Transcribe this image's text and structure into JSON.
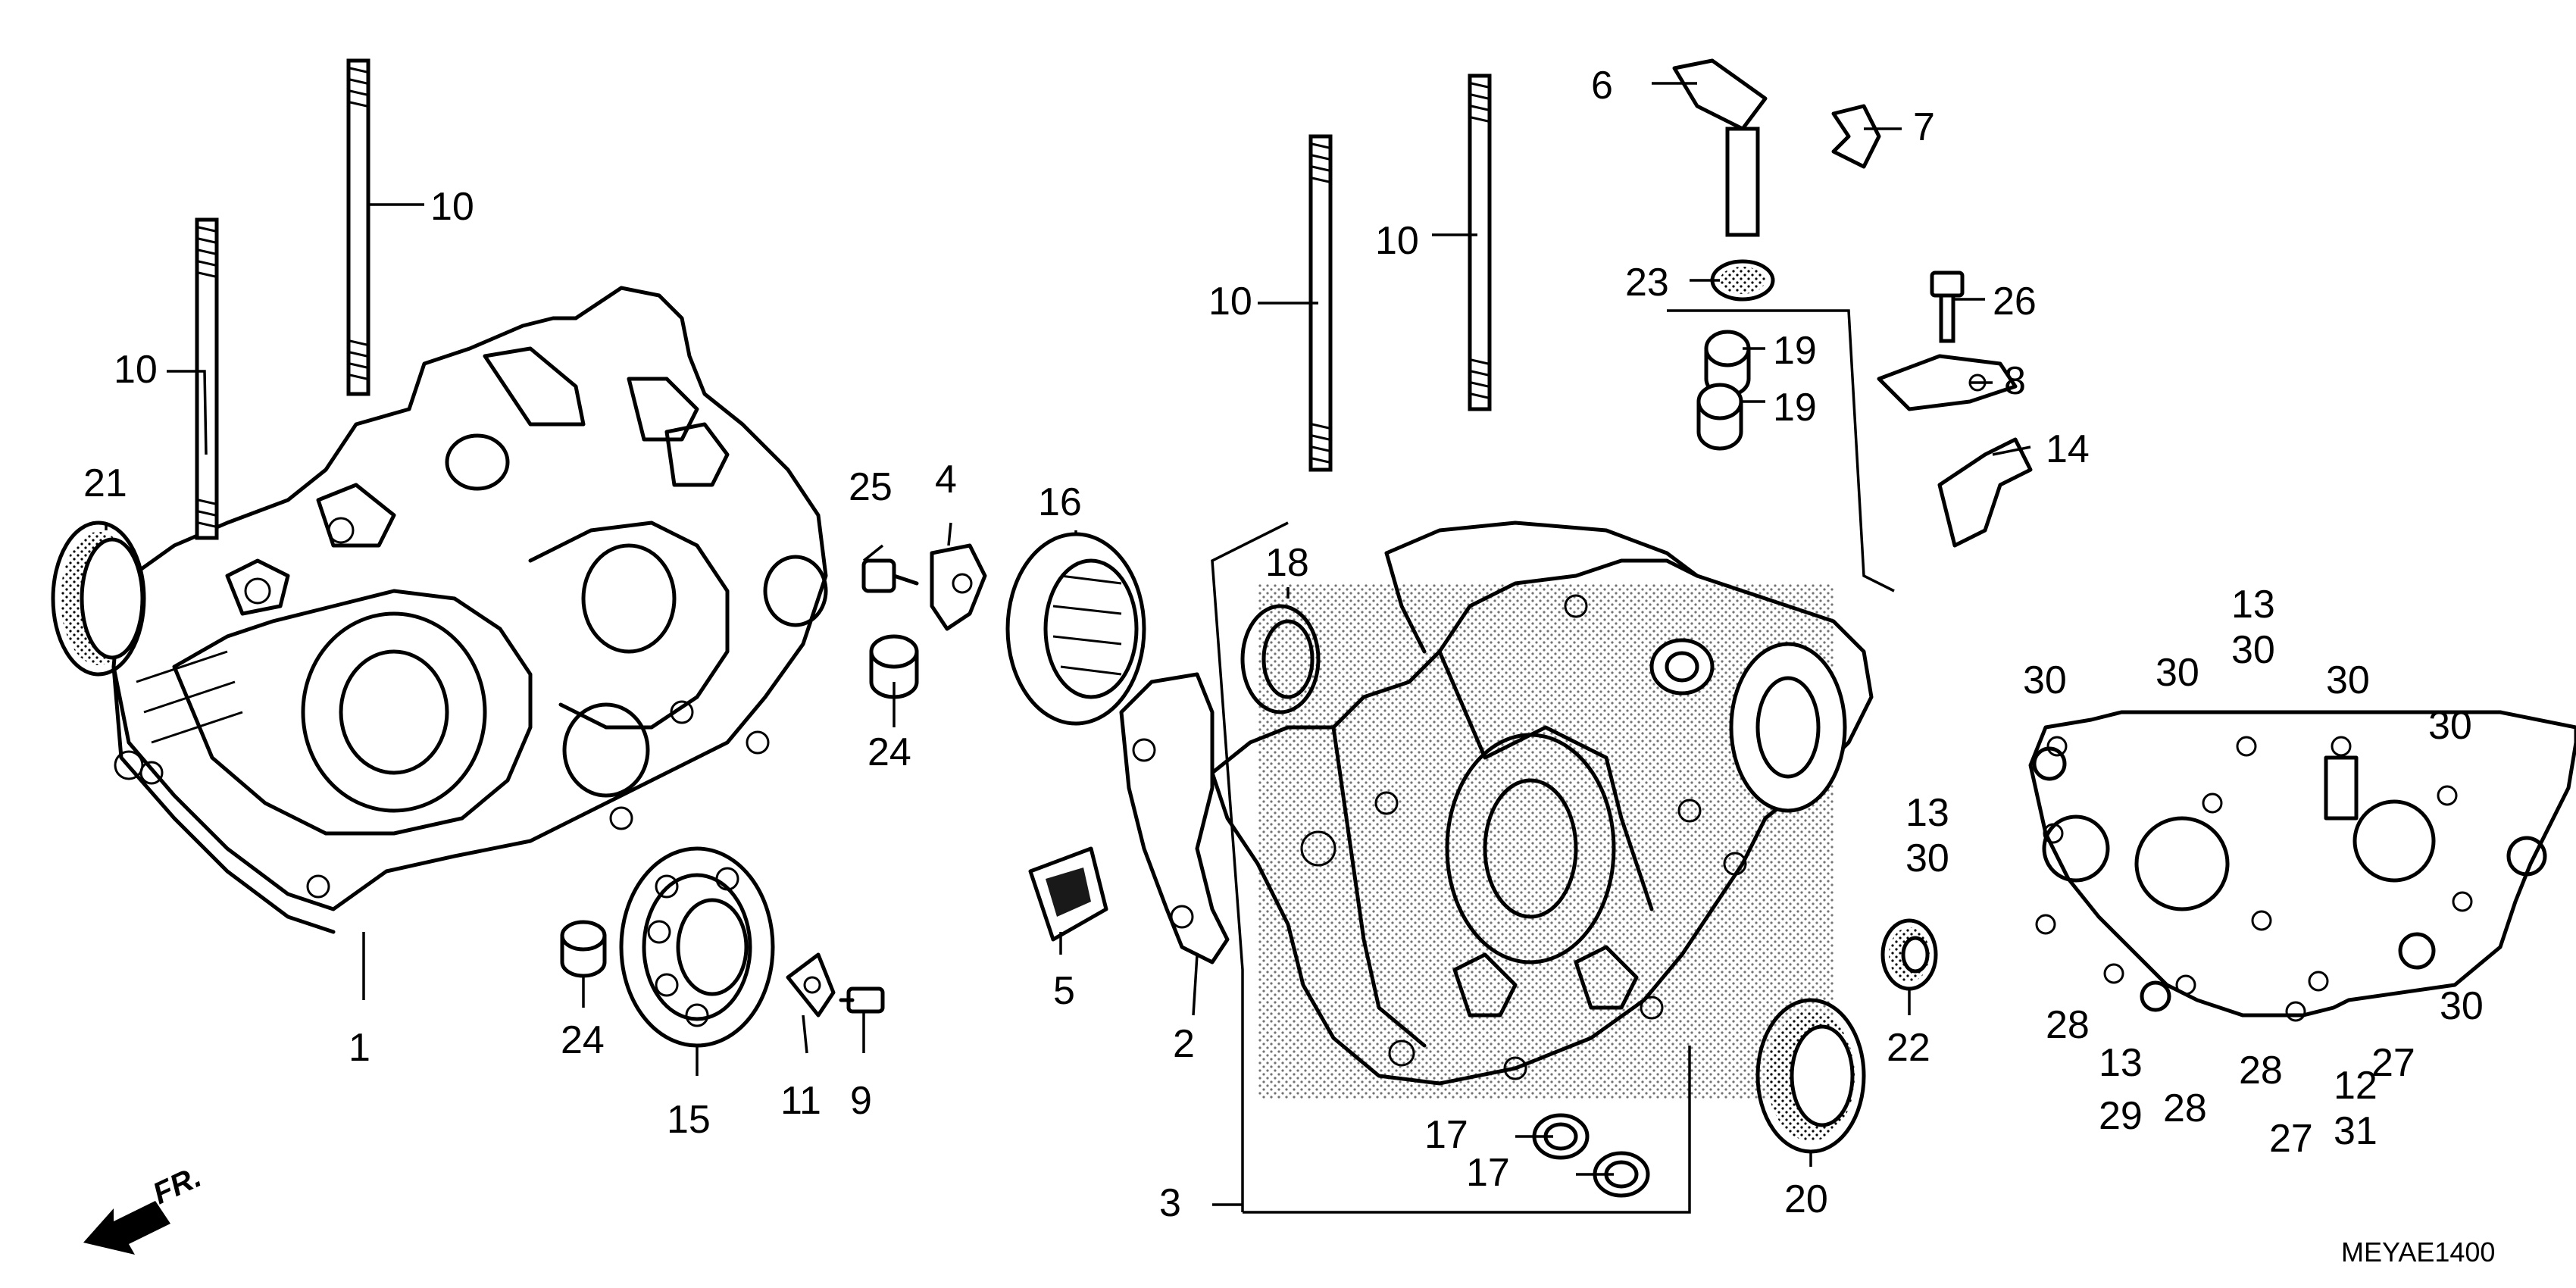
{
  "diagram_code": "MEYAE1400",
  "direction_label": "FR.",
  "callouts": [
    {
      "id": "c1",
      "text": "1"
    },
    {
      "id": "c2",
      "text": "2"
    },
    {
      "id": "c3",
      "text": "3"
    },
    {
      "id": "c4",
      "text": "4"
    },
    {
      "id": "c5",
      "text": "5"
    },
    {
      "id": "c6",
      "text": "6"
    },
    {
      "id": "c7",
      "text": "7"
    },
    {
      "id": "c8",
      "text": "8"
    },
    {
      "id": "c9",
      "text": "9"
    },
    {
      "id": "c10a",
      "text": "10"
    },
    {
      "id": "c10b",
      "text": "10"
    },
    {
      "id": "c10c",
      "text": "10"
    },
    {
      "id": "c10d",
      "text": "10"
    },
    {
      "id": "c11",
      "text": "11"
    },
    {
      "id": "c12",
      "text": "12"
    },
    {
      "id": "c13a",
      "text": "13"
    },
    {
      "id": "c13b",
      "text": "13"
    },
    {
      "id": "c13c",
      "text": "13"
    },
    {
      "id": "c14",
      "text": "14"
    },
    {
      "id": "c15",
      "text": "15"
    },
    {
      "id": "c16",
      "text": "16"
    },
    {
      "id": "c17a",
      "text": "17"
    },
    {
      "id": "c17b",
      "text": "17"
    },
    {
      "id": "c18",
      "text": "18"
    },
    {
      "id": "c19a",
      "text": "19"
    },
    {
      "id": "c19b",
      "text": "19"
    },
    {
      "id": "c20",
      "text": "20"
    },
    {
      "id": "c21",
      "text": "21"
    },
    {
      "id": "c22",
      "text": "22"
    },
    {
      "id": "c23",
      "text": "23"
    },
    {
      "id": "c24a",
      "text": "24"
    },
    {
      "id": "c24b",
      "text": "24"
    },
    {
      "id": "c25",
      "text": "25"
    },
    {
      "id": "c26",
      "text": "26"
    },
    {
      "id": "c27a",
      "text": "27"
    },
    {
      "id": "c27b",
      "text": "27"
    },
    {
      "id": "c28a",
      "text": "28"
    },
    {
      "id": "c28b",
      "text": "28"
    },
    {
      "id": "c28c",
      "text": "28"
    },
    {
      "id": "c29",
      "text": "29"
    },
    {
      "id": "c30a",
      "text": "30"
    },
    {
      "id": "c30b",
      "text": "30"
    },
    {
      "id": "c30c",
      "text": "30"
    },
    {
      "id": "c30d",
      "text": "30"
    },
    {
      "id": "c30e",
      "text": "30"
    },
    {
      "id": "c30f",
      "text": "30"
    },
    {
      "id": "c30g",
      "text": "30"
    },
    {
      "id": "c31",
      "text": "31"
    }
  ]
}
